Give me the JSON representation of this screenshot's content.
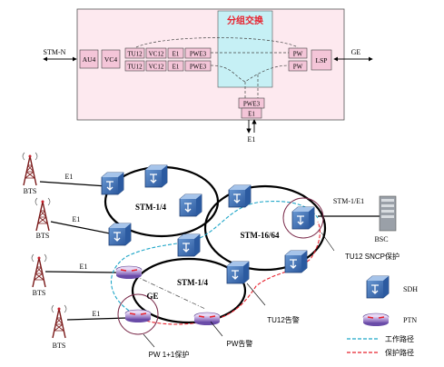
{
  "top_block": {
    "switch_title": "分组交换",
    "stm_n": "STM-N",
    "ge": "GE",
    "e1_bottom": "E1",
    "boxes": {
      "au4": "AU4",
      "vc4": "VC4",
      "tu12": "TU12",
      "vc12": "VC12",
      "e1": "E1",
      "pwe3": "PWE3",
      "pw": "PW",
      "lsp": "LSP",
      "pwe3_bottom": "PWE3",
      "e1_box_bottom": "E1"
    },
    "colors": {
      "frame_fill": "#fde9ef",
      "switch_fill": "#c6f0f5",
      "box_fill": "#f4c5d8",
      "title_red": "#e8202c"
    }
  },
  "network": {
    "bts_label": "BTS",
    "e1_label": "E1",
    "bsc_label": "BSC",
    "rings": [
      "STM-1/4",
      "STM-16/64",
      "STM-1/4"
    ],
    "stm_e1": "STM-1/E1",
    "ge_label": "GE",
    "annotations": {
      "tu12_sncp": "TU12 SNCP保护",
      "tu12_alarm": "TU12告警",
      "pw_alarm": "PW告警",
      "pw_protect": "PW 1+1保护"
    }
  },
  "legend": {
    "sdh": "SDH",
    "ptn": "PTN",
    "working": "工作路径",
    "protect": "保护路径",
    "working_color": "#1fa6c8",
    "protect_color": "#e8202c"
  }
}
